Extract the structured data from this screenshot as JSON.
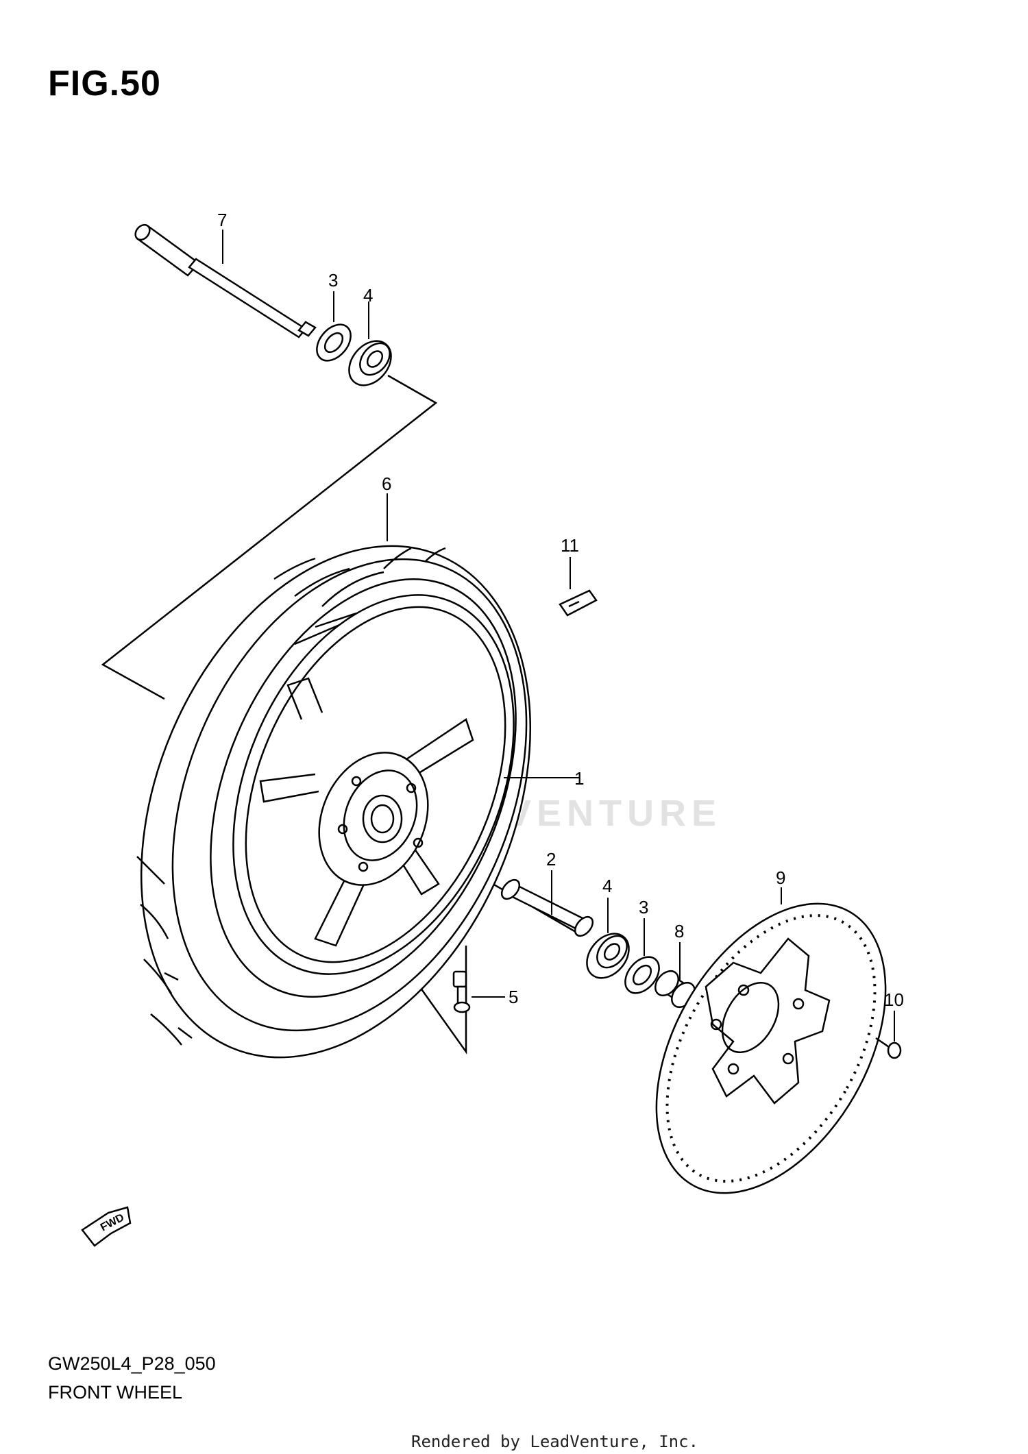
{
  "figure": {
    "title": "FIG.50",
    "code": "GW250L4_P28_050",
    "caption": "FRONT WHEEL",
    "footer": "Rendered by LeadVenture, Inc.",
    "watermark": "LEADVENTURE",
    "fwd_label": "FWD"
  },
  "callouts": [
    {
      "id": "1",
      "part": "wheel"
    },
    {
      "id": "2",
      "part": "spacer"
    },
    {
      "id": "3",
      "part": "oil-seal"
    },
    {
      "id": "3",
      "part": "oil-seal"
    },
    {
      "id": "4",
      "part": "bearing"
    },
    {
      "id": "4",
      "part": "bearing"
    },
    {
      "id": "5",
      "part": "valve"
    },
    {
      "id": "6",
      "part": "tire"
    },
    {
      "id": "7",
      "part": "axle"
    },
    {
      "id": "8",
      "part": "collar"
    },
    {
      "id": "9",
      "part": "brake-disc"
    },
    {
      "id": "10",
      "part": "bolt"
    },
    {
      "id": "11",
      "part": "balancer"
    }
  ],
  "colors": {
    "line": "#000000",
    "watermark": "#e2e2e2",
    "background": "#ffffff"
  }
}
